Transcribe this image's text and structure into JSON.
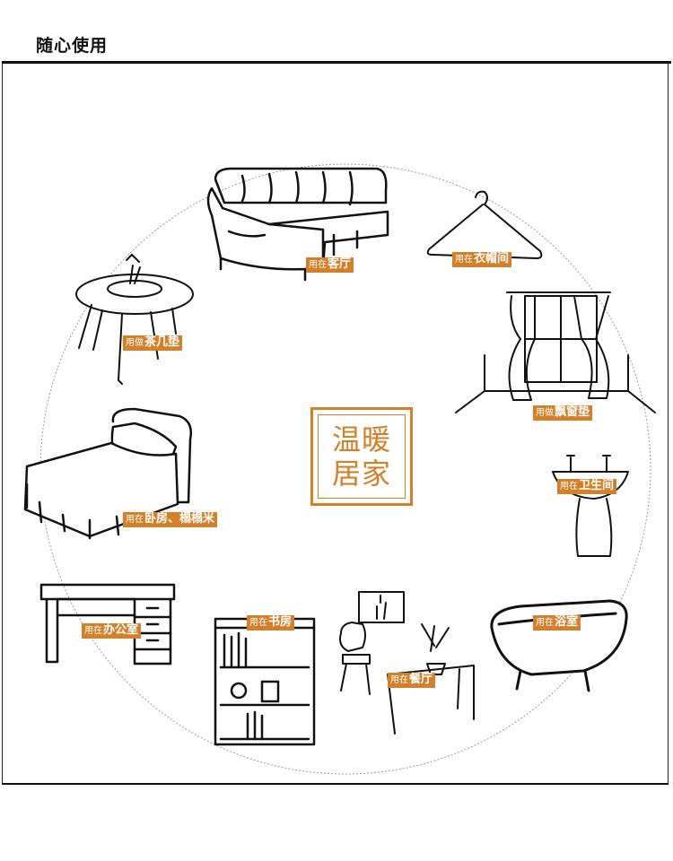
{
  "header": {
    "title": "随心使用"
  },
  "center": {
    "line1": "温暖",
    "line2": "居家"
  },
  "rooms": [
    {
      "id": "living",
      "prefix": "用在",
      "name": "客厅"
    },
    {
      "id": "closet",
      "prefix": "用在",
      "name": "衣帽间"
    },
    {
      "id": "window",
      "prefix": "用做",
      "name": "飘窗垫"
    },
    {
      "id": "tea",
      "prefix": "用做",
      "name": "茶几垫"
    },
    {
      "id": "bedroom",
      "prefix": "用在",
      "name": "卧房、榻榻米"
    },
    {
      "id": "bathroom",
      "prefix": "用在",
      "name": "卫生间"
    },
    {
      "id": "office",
      "prefix": "用在",
      "name": "办公室"
    },
    {
      "id": "study",
      "prefix": "用在",
      "name": "书房"
    },
    {
      "id": "dining",
      "prefix": "用在",
      "name": "餐厅"
    },
    {
      "id": "bath",
      "prefix": "用在",
      "name": "浴室"
    }
  ],
  "colors": {
    "accent": "#d3802a",
    "ink": "#111111"
  }
}
